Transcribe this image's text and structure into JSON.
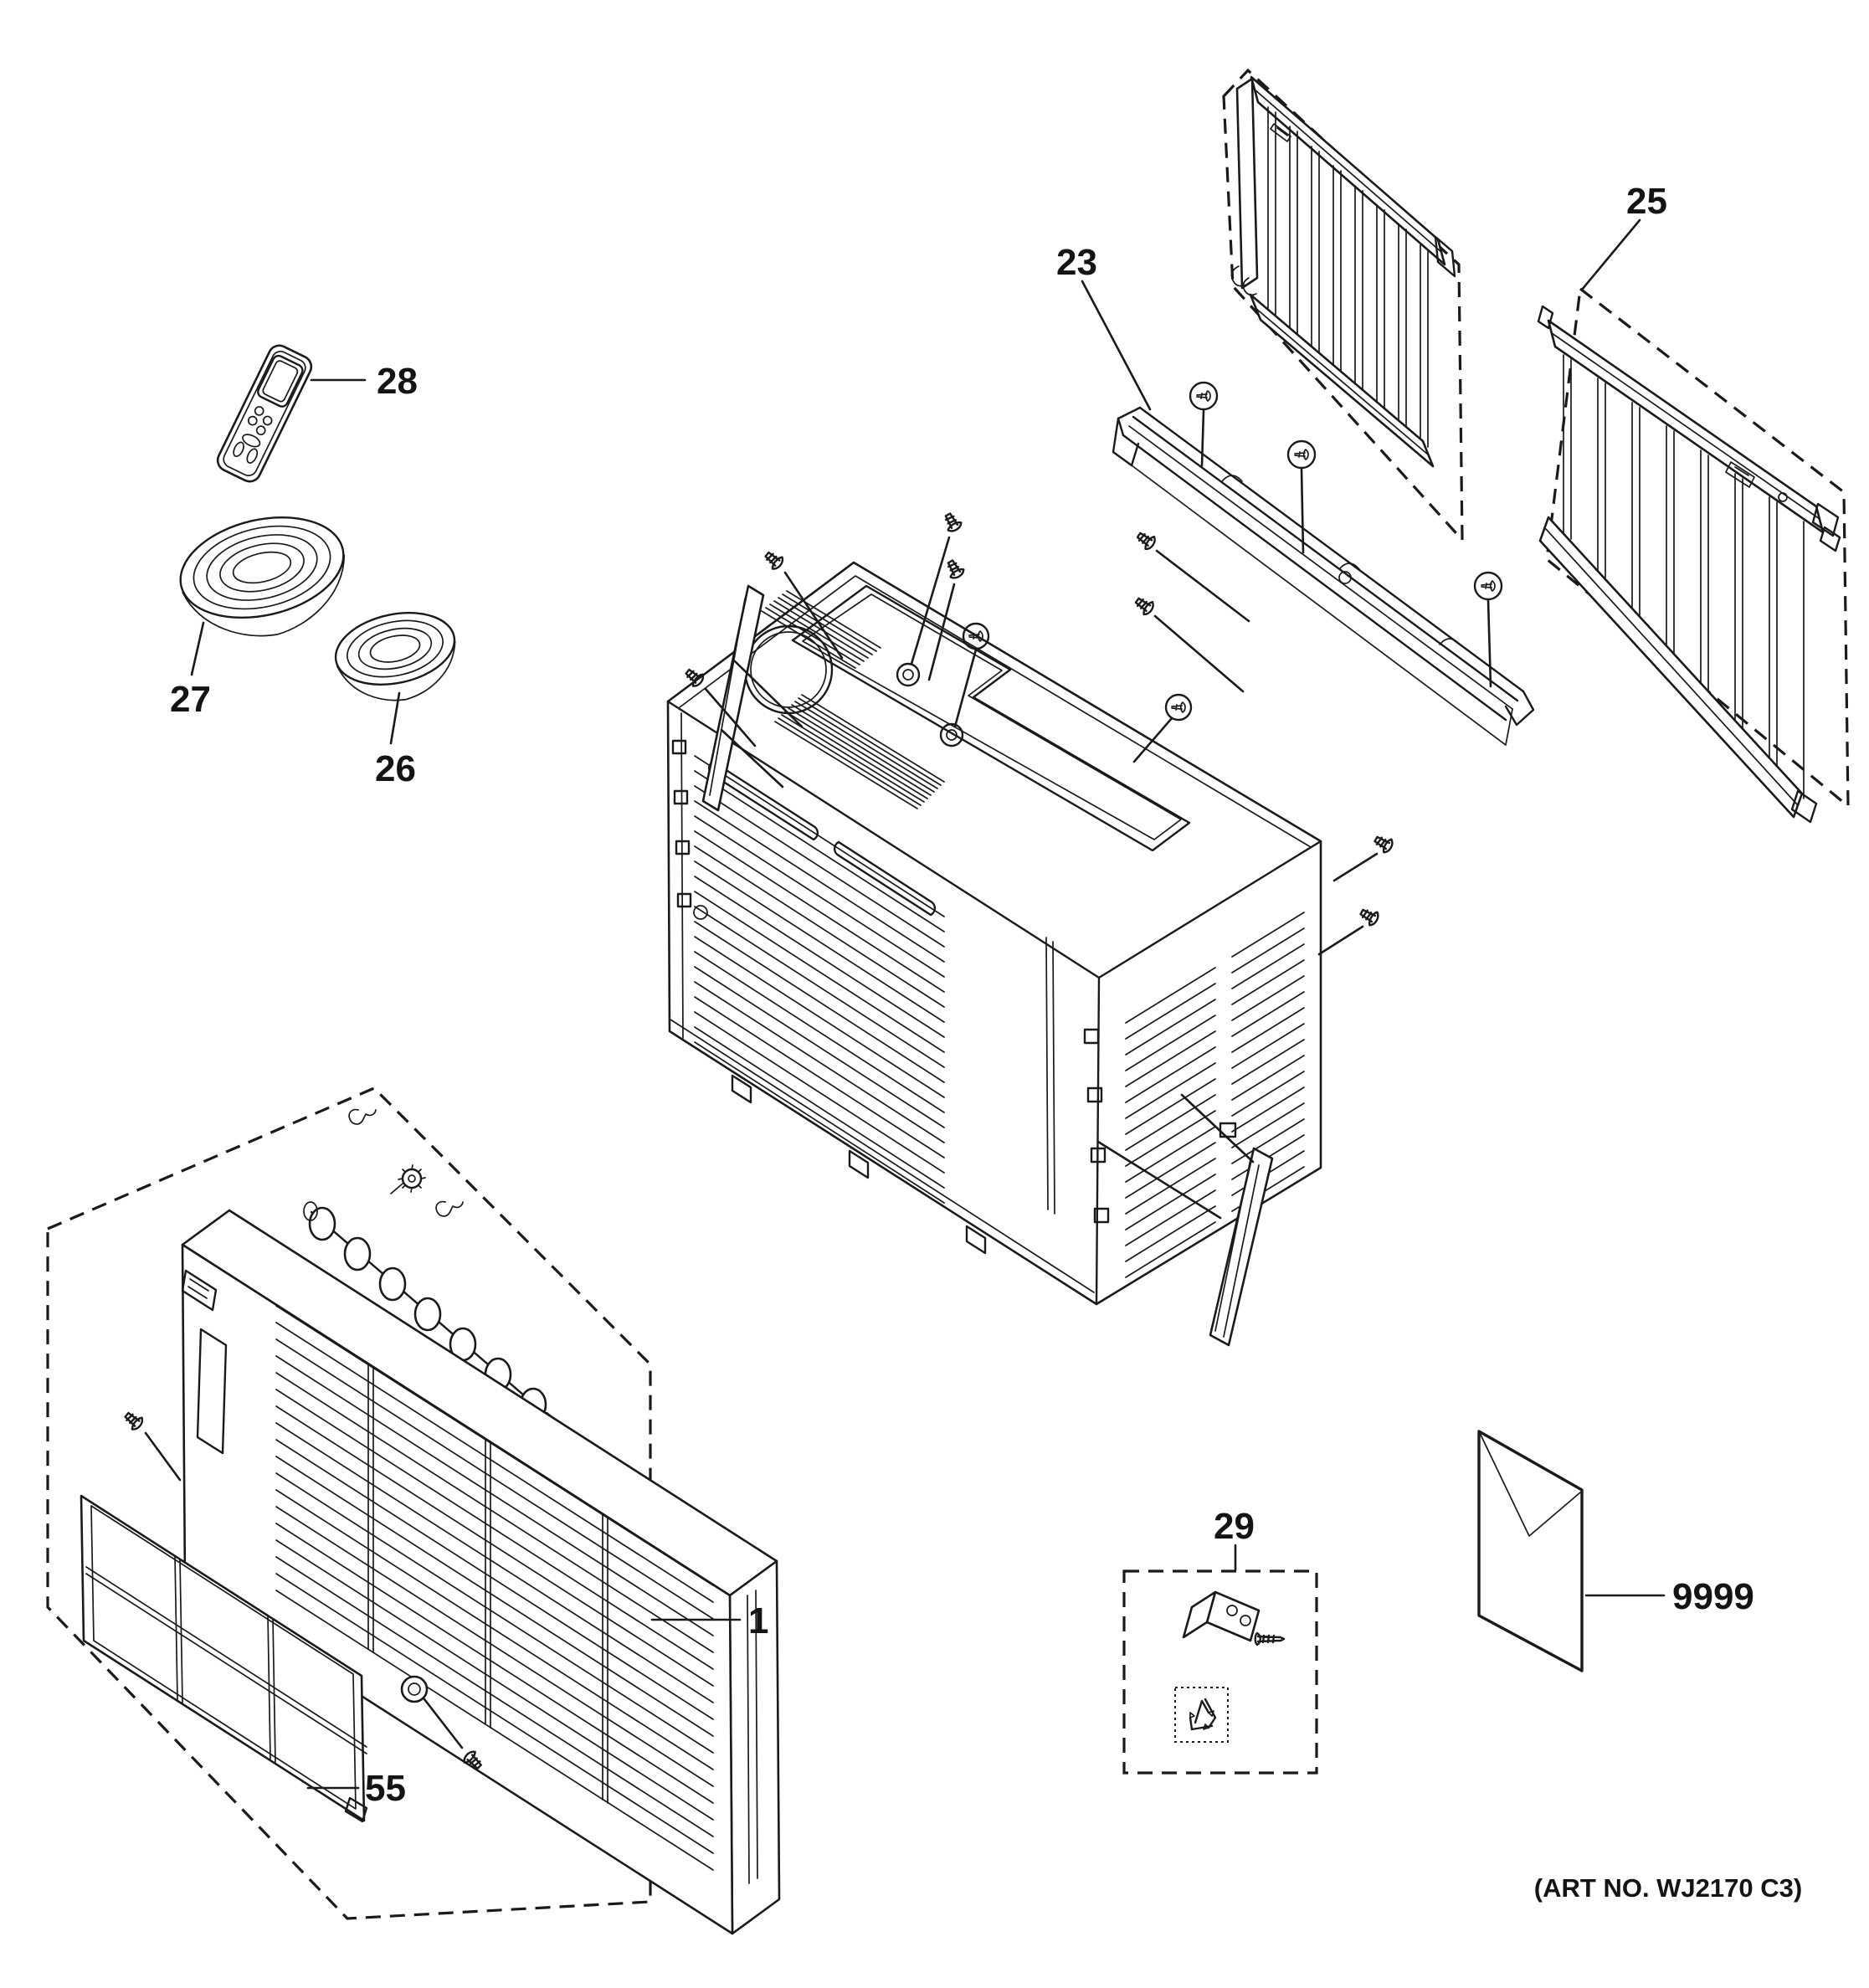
{
  "diagram": {
    "type": "exploded-parts-diagram",
    "product": "room-air-conditioner-cabinet-and-grille-section",
    "art_no": "(ART NO. WJ2170 C3)"
  },
  "parts": {
    "front_grille_assembly": {
      "label": "1"
    },
    "top_mounting_rail": {
      "label": "23"
    },
    "window_side_curtain": {
      "label": "25"
    },
    "foam_seal_small": {
      "label": "26"
    },
    "foam_seal_large": {
      "label": "27"
    },
    "remote_control": {
      "label": "28"
    },
    "hardware_kit": {
      "label": "29"
    },
    "air_filter": {
      "label": "55"
    },
    "literature_envelope": {
      "label": "9999"
    }
  },
  "icons": {
    "recycle": "recycle-triangle-icon",
    "screw": "flat-head-screw-icon",
    "screw_circled": "circled-screw-icon"
  },
  "colors": {
    "ink": "#1a1a1a",
    "paper": "#ffffff"
  }
}
